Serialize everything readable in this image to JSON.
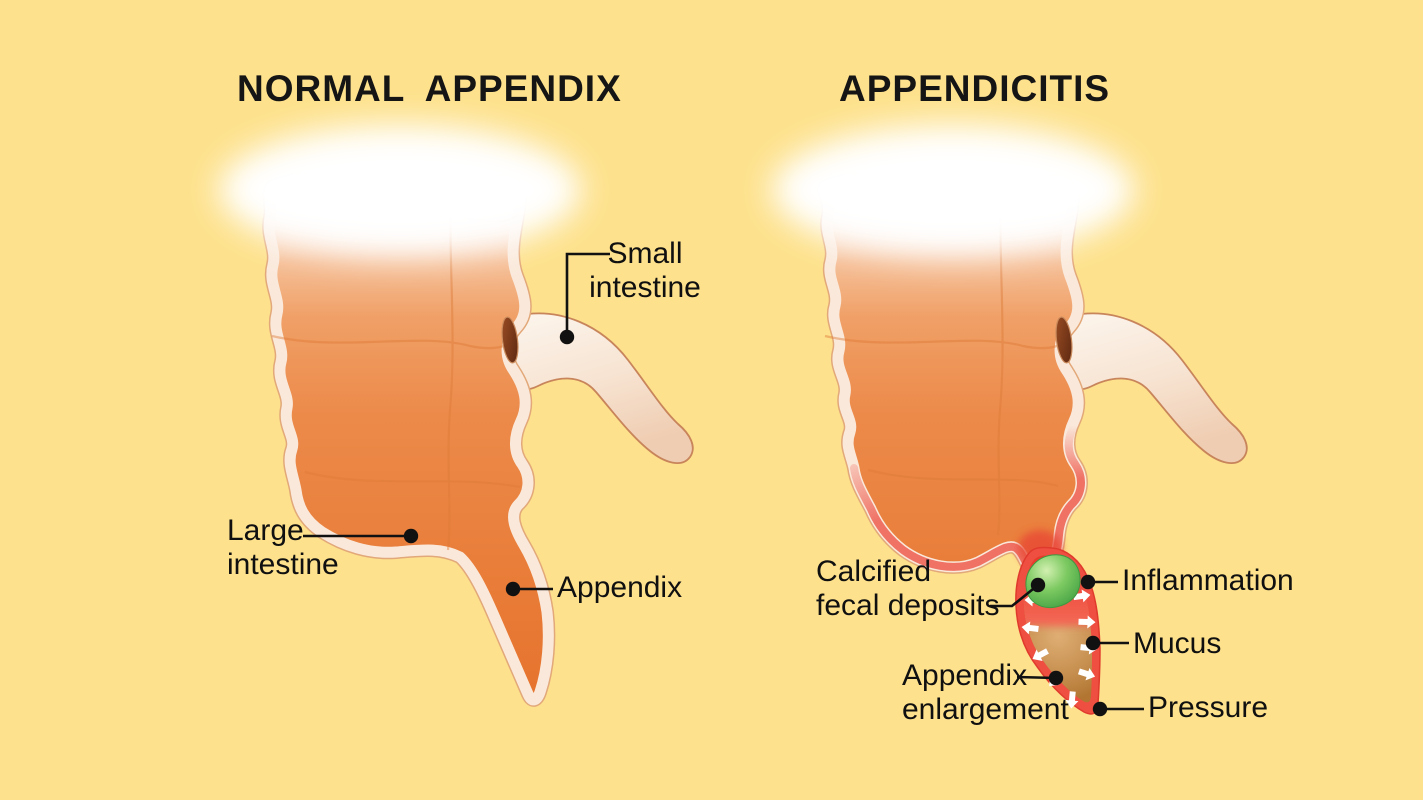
{
  "figure": {
    "type": "medical-diagram",
    "subject": "Normal appendix vs appendicitis comparison",
    "background_color": "#FDE18C"
  },
  "panels": {
    "normal": {
      "title": "NORMAL APPENDIX",
      "labels": {
        "small_intestine": [
          "Small",
          "intestine"
        ],
        "large_intestine": [
          "Large",
          "intestine"
        ],
        "appendix": [
          "Appendix"
        ]
      }
    },
    "appendicitis": {
      "title": "APPENDICITIS",
      "labels": {
        "calcified_fecal_deposits": [
          "Calcified",
          "fecal deposits"
        ],
        "inflammation": [
          "Inflammation"
        ],
        "mucus": [
          "Mucus"
        ],
        "pressure": [
          "Pressure"
        ],
        "appendix_enlargement": [
          "Appendix",
          "enlargement"
        ]
      }
    }
  },
  "colors": {
    "background": "#FDE18C",
    "intestine_orange": "#EC8845",
    "outline_cream": "#FAE9DB",
    "outline_thin": "#DFA26F",
    "inflamed_edge": "#EF7265",
    "inflamed_wall": "#EE4F40",
    "inflammation_fill": "#E93327",
    "deposit_green": "#4FAE46",
    "mucus_brown": "#C08A4E",
    "leader_line": "#111111"
  }
}
